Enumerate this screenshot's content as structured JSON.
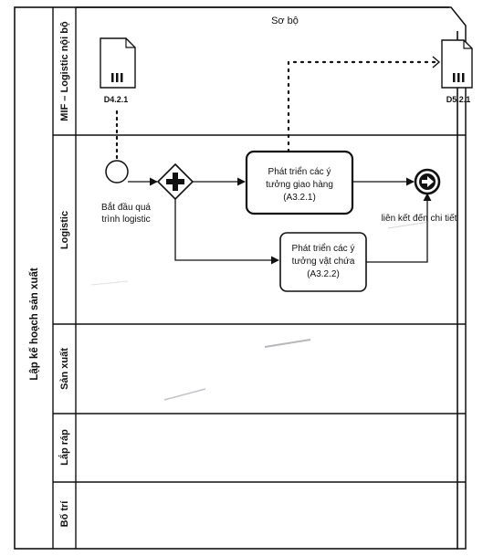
{
  "diagram": {
    "pool_label": "Lập kế hoạch sản xuất",
    "header_label": "Sơ bộ",
    "lanes": [
      "MIF – Logistic nội bộ",
      "Logistic",
      "Sản xuất",
      "Lắp ráp",
      "Bố trí"
    ],
    "documents": [
      {
        "id": "D4.2.1"
      },
      {
        "id": "D5.2.1"
      }
    ],
    "start_event": {
      "label_line1": "Bắt đầu quá",
      "label_line2": "trình logistic"
    },
    "tasks": [
      {
        "line1": "Phát triển các ý",
        "line2": "tưởng giao hàng",
        "line3": "(A3.2.1)"
      },
      {
        "line1": "Phát triển các ý",
        "line2": "tưởng vật chứa",
        "line3": "(A3.2.2)"
      }
    ],
    "end_event": {
      "label": "liên kết đến chi tiết"
    }
  }
}
